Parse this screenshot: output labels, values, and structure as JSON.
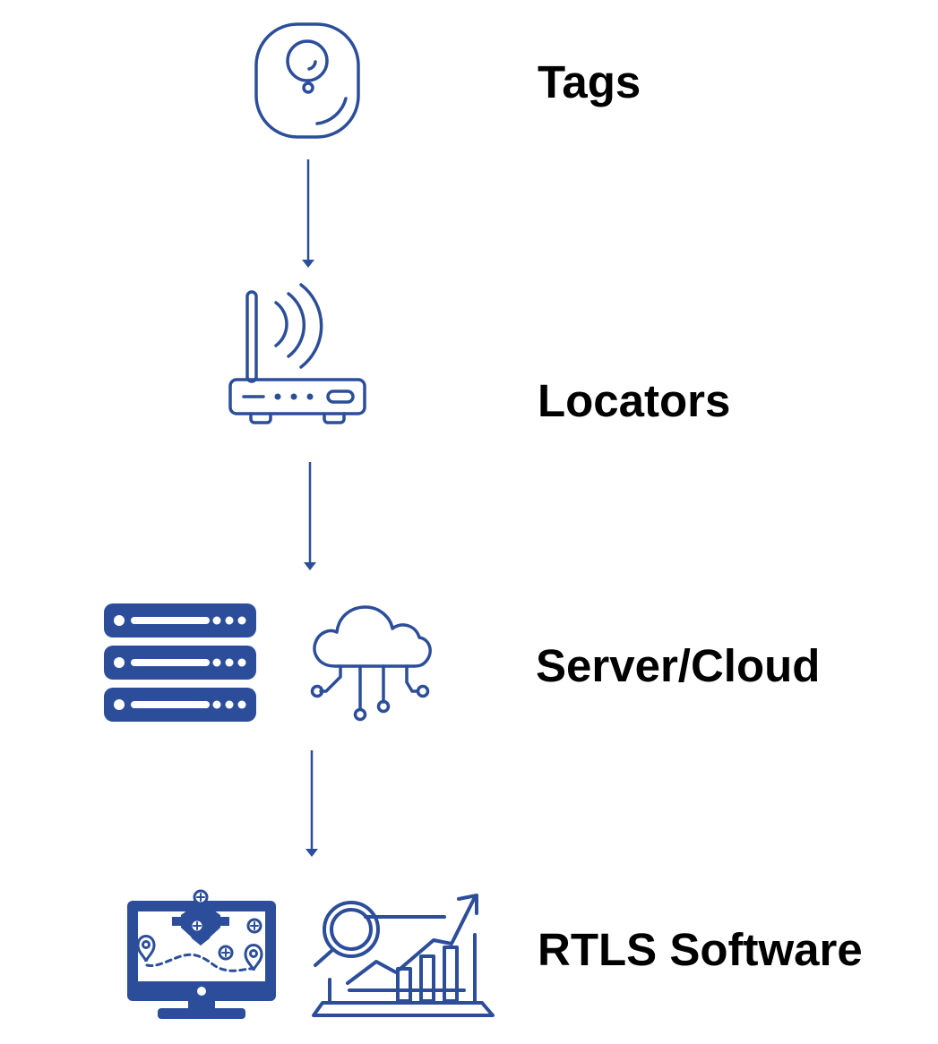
{
  "colors": {
    "icon": "#2c4e9a",
    "text": "#000000",
    "background": "#ffffff"
  },
  "nodes": [
    {
      "label": "Tags",
      "icons": [
        "tag-icon"
      ]
    },
    {
      "label": "Locators",
      "icons": [
        "router-icon"
      ]
    },
    {
      "label": "Server/Cloud",
      "icons": [
        "server-rack-icon",
        "cloud-network-icon"
      ]
    },
    {
      "label": "RTLS Software",
      "icons": [
        "monitor-map-icon",
        "laptop-analytics-icon"
      ]
    }
  ],
  "edges": [
    {
      "from": "Tags",
      "to": "Locators"
    },
    {
      "from": "Locators",
      "to": "Server/Cloud"
    },
    {
      "from": "Server/Cloud",
      "to": "RTLS Software"
    }
  ]
}
